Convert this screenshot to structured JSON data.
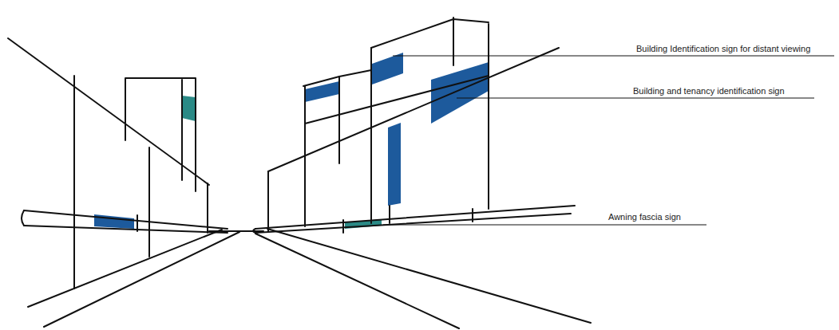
{
  "diagram": {
    "labels": [
      "Building Identification sign for distant viewing",
      "Building and tenancy identification sign",
      "Awning fascia sign"
    ]
  }
}
